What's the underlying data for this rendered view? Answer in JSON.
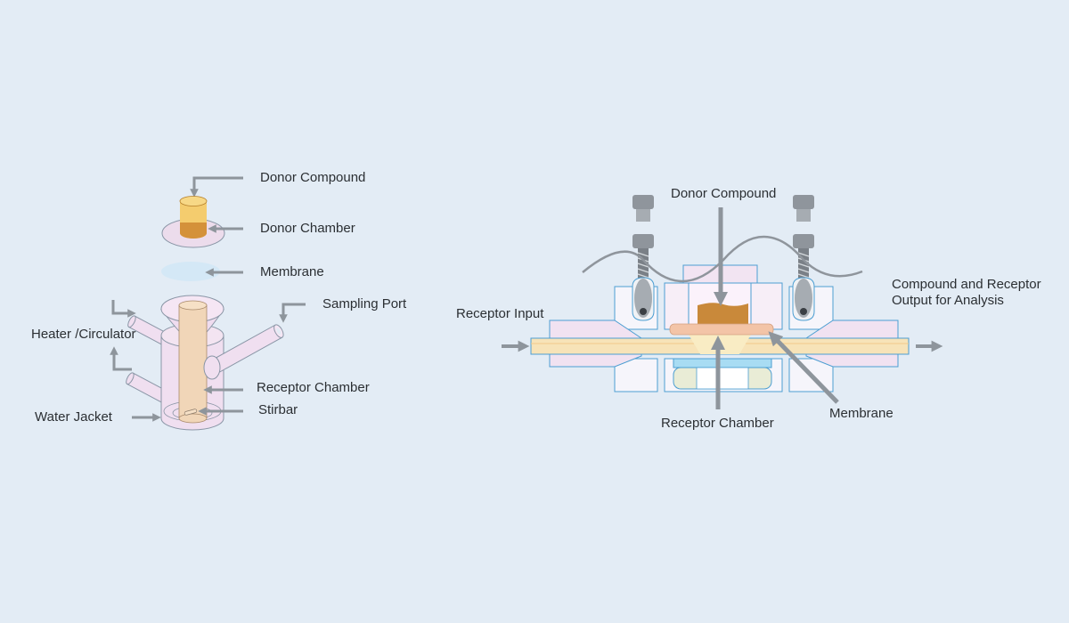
{
  "left_diagram": {
    "labels": {
      "donor_compound": "Donor Compound",
      "donor_chamber": "Donor Chamber",
      "membrane": "Membrane",
      "sampling_port": "Sampling Port",
      "heater_circulator": "Heater /Circulator",
      "receptor_chamber": "Receptor Chamber",
      "stirbar": "Stirbar",
      "water_jacket": "Water Jacket"
    }
  },
  "right_diagram": {
    "labels": {
      "donor_compound": "Donor Compound",
      "receptor_input": "Receptor Input",
      "output_line1": "Compound and Receptor",
      "output_line2": "Output for Analysis",
      "receptor_chamber": "Receptor Chamber",
      "membrane": "Membrane"
    }
  },
  "colors": {
    "background": "#e3ecf5",
    "arrow": "#8e959c",
    "donor_compound": "#d4913a",
    "donor_chamber_cap": "#f4cc6e",
    "membrane": "#f3c4a7",
    "glass": "#f0dff0",
    "outline": "#4c9ed2",
    "channel": "#f7e3b8",
    "receptor_blue": "#a8dcf3"
  }
}
